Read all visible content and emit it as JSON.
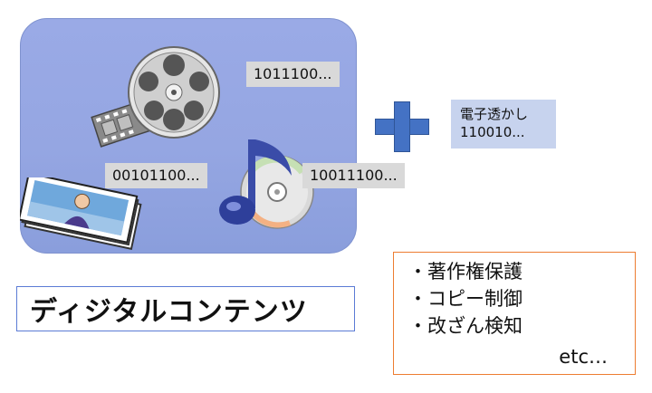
{
  "panel": {
    "binary_top": "1011100...",
    "binary_left": "00101100...",
    "binary_right": "10011100..."
  },
  "watermark": {
    "line1": "電子透かし",
    "line2": "110010..."
  },
  "title": "ディジタルコンテンツ",
  "uses": {
    "items": [
      "・著作権保護",
      "・コピー制御",
      "・改ざん検知"
    ],
    "etc": "etc…"
  },
  "icons": [
    "film-reel-icon",
    "photos-icon",
    "music-cd-icon",
    "plus-icon"
  ],
  "colors": {
    "panel": "#97a8e4",
    "plus": "#4472c4",
    "watermark_box": "#c7d3ee",
    "uses_border": "#ed7d31",
    "title_border": "#5b7bd5"
  }
}
